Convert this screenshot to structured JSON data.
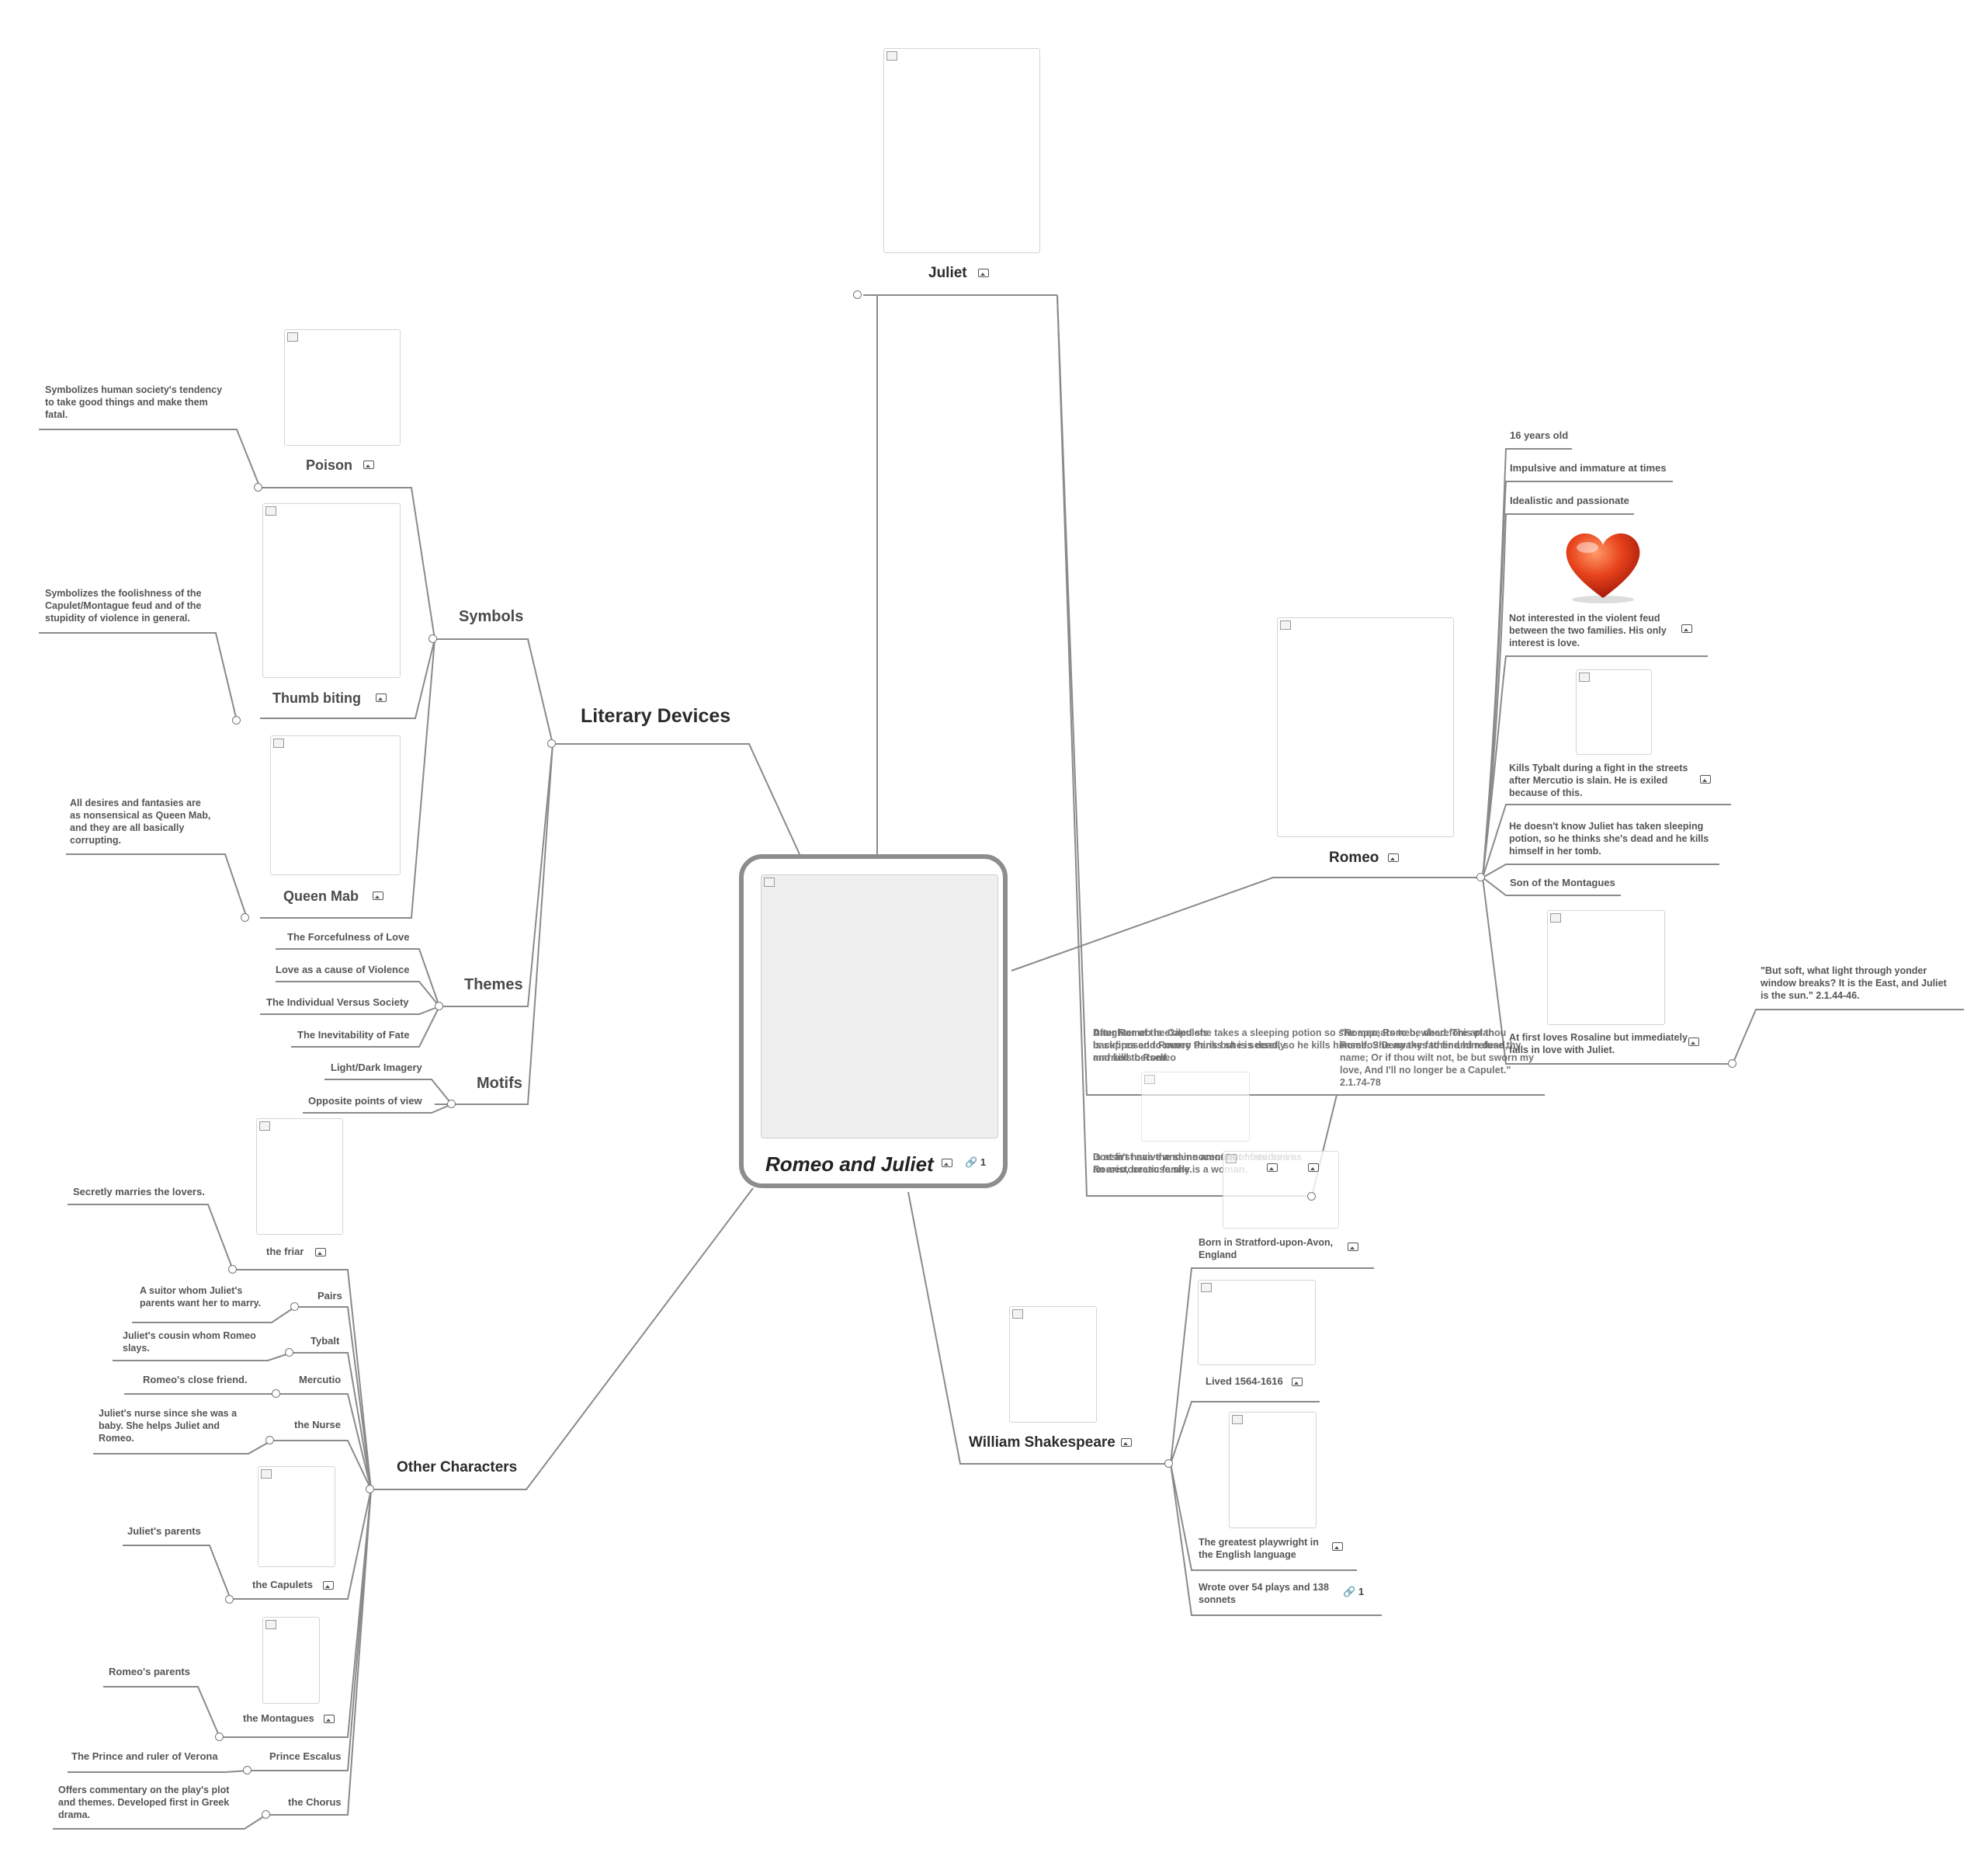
{
  "root": {
    "title": "Romeo and Juliet",
    "link_count": "1"
  },
  "juliet": {
    "label": "Juliet",
    "notes": {
      "a": "Daughter of the Capulets",
      "b": "Is supposed to marry Paris but is secretly married to Romeo",
      "c": "After Romeo is exiled she takes a sleeping potion so she appears to be dead. This plan backfires and Romeo thinks she is dead, so he kills himself. She awakes to find him dead, and kills herself.",
      "d": "\"Romeo, Romeo, wherefore art thou Romeo? Deny thy father and refuse thy name; Or if thou wilt not, be but sworn my love, And I'll no longer be a Capulet.\" 2.1.74-78",
      "e": "Doesn't have the same amount of freedom as Romeo, because she is a woman.",
      "f": "Is at first naive and innocent but matures in an aristocratic family."
    }
  },
  "romeo": {
    "label": "Romeo",
    "items": {
      "age": "16 years old",
      "impulsive": "Impulsive and immature at times",
      "idealistic": "Idealistic and passionate",
      "feud": "Not interested in the violent feud between the two families. His only interest is love.",
      "tybalt": "Kills Tybalt during a fight in the streets after Mercutio is slain. He is exiled because of this.",
      "potion": "He doesn't know Juliet has taken sleeping potion, so he thinks she's dead and he kills himself in her tomb.",
      "son": "Son of the Montagues",
      "rosaline": "At first loves Rosaline but immediately falls in love with Juliet.",
      "quote": "\"But soft, what light through yonder window breaks? It is the East, and Juliet is the sun.\" 2.1.44-46."
    }
  },
  "shakespeare": {
    "label": "William Shakespeare",
    "items": {
      "born": "Born in Stratford-upon-Avon, England",
      "lived": "Lived 1564-1616",
      "greatest": "The greatest playwright in the English language",
      "wrote": "Wrote over 54 plays and 138 sonnets",
      "wrote_links": "1"
    }
  },
  "literary": {
    "label": "Literary Devices",
    "symbols": {
      "label": "Symbols",
      "poison": {
        "label": "Poison",
        "note": "Symbolizes human society's tendency to take good things and make them fatal."
      },
      "thumb": {
        "label": "Thumb biting",
        "note": "Symbolizes the foolishness of the Capulet/Montague feud and of the stupidity of violence in general."
      },
      "queen": {
        "label": "Queen Mab",
        "note": "All desires and fantasies are as nonsensical as Queen Mab, and they are all basically corrupting."
      }
    },
    "themes": {
      "label": "Themes",
      "items": [
        "The Forcefulness of Love",
        "Love as a cause of Violence",
        "The Individual Versus Society",
        "The Inevitability of Fate"
      ]
    },
    "motifs": {
      "label": "Motifs",
      "items": [
        "Light/Dark Imagery",
        "Opposite points of view"
      ]
    }
  },
  "others": {
    "label": "Other Characters",
    "friar": {
      "label": "the friar",
      "note": "Secretly marries the lovers."
    },
    "pairs": {
      "label": "Pairs",
      "note": "A suitor whom Juliet's parents want her to marry."
    },
    "tybalt": {
      "label": "Tybalt",
      "note": "Juliet's cousin whom Romeo slays."
    },
    "mercutio": {
      "label": "Mercutio",
      "note": "Romeo's close friend."
    },
    "nurse": {
      "label": "the Nurse",
      "note": "Juliet's nurse since she was a baby. She helps Juliet and Romeo."
    },
    "capulets": {
      "label": "the Capulets",
      "note": "Juliet's parents"
    },
    "montagues": {
      "label": "the Montagues",
      "note": "Romeo's parents"
    },
    "prince": {
      "label": "Prince Escalus",
      "note": "The Prince and ruler of Verona"
    },
    "chorus": {
      "label": "the Chorus",
      "note": "Offers commentary on the play's plot and themes. Developed first in Greek drama."
    }
  },
  "colors": {
    "lines": "#8a8a8a",
    "root_border": "#8d8d8d",
    "heart": "#d9391f"
  }
}
